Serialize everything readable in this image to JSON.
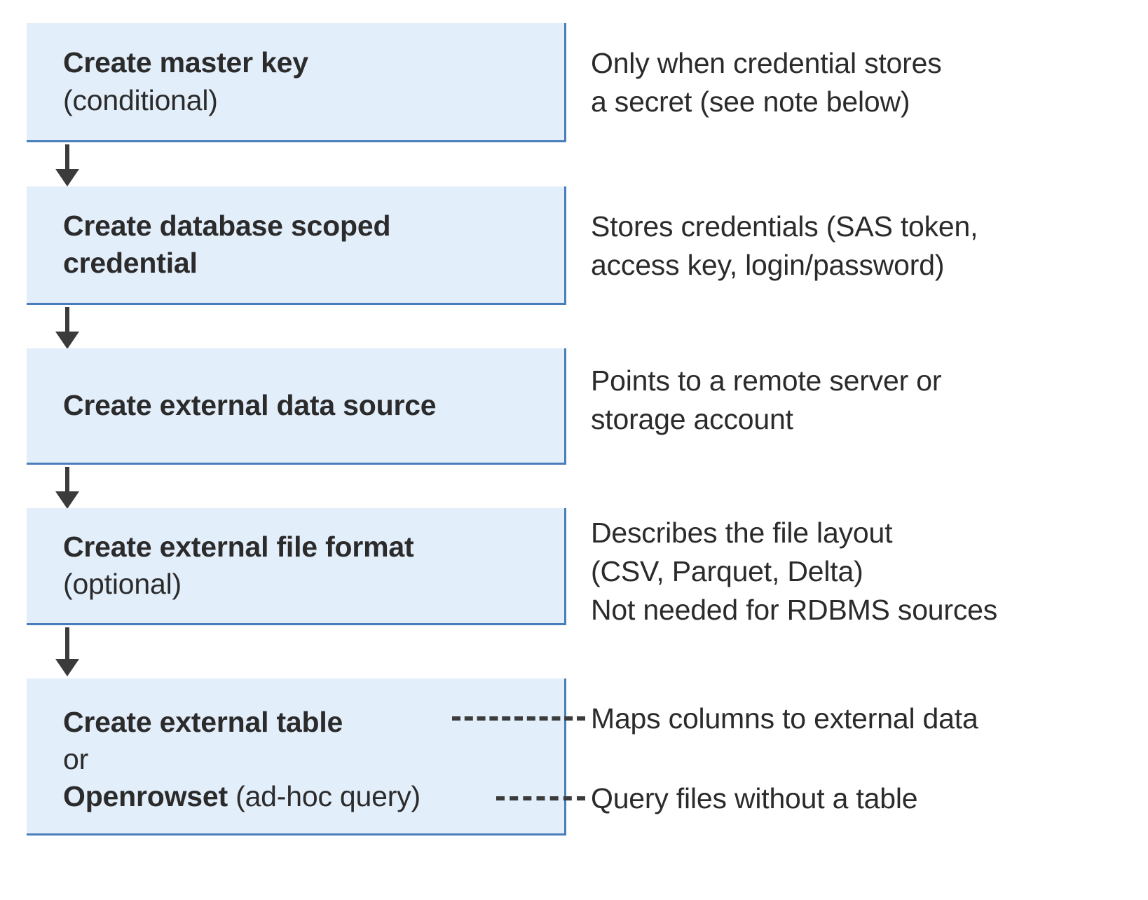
{
  "diagram": {
    "title": "External data access setup sequence",
    "colors": {
      "box_fill": "#e3eefb",
      "box_border": "#4a7ebb",
      "arrow": "#3b3b3b",
      "text": "#2b2b2b",
      "background": "#ffffff"
    },
    "steps": [
      {
        "id": "create-master-key",
        "title": "Create master key",
        "subtitle": "(conditional)",
        "description": "Only when credential stores\na secret (see note below)"
      },
      {
        "id": "create-database-scoped-credential",
        "title": "Create database scoped\ncredential",
        "subtitle": "",
        "description": "Stores credentials (SAS token,\naccess key, login/password)"
      },
      {
        "id": "create-external-data-source",
        "title": "Create external data source",
        "subtitle": "",
        "description": "Points to a remote server or\nstorage account"
      },
      {
        "id": "create-external-file-format",
        "title": "Create external file format",
        "subtitle": "(optional)",
        "description": "Describes the file layout\n(CSV, Parquet, Delta)\nNot needed for RDBMS sources"
      }
    ],
    "final_step": {
      "id": "create-external-table-or-openrowset",
      "line1_bold": "Create external table",
      "line2": "or",
      "line3_bold": "Openrowset",
      "line3_rest": " (ad-hoc query)",
      "description_table": "Maps columns to external data",
      "description_openrowset": "Query files without a table"
    },
    "connectors": {
      "arrow_count": 4,
      "dashed_count": 2
    }
  }
}
